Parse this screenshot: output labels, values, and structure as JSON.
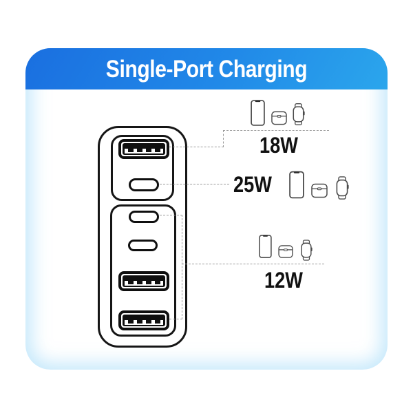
{
  "header": {
    "title": "Single-Port Charging"
  },
  "callouts": [
    {
      "id": "18w",
      "watt_label": "18W",
      "devices": [
        "smartphone",
        "earbuds-case",
        "smartwatch"
      ],
      "connected_port": "usb-a-top"
    },
    {
      "id": "25w",
      "watt_label": "25W",
      "devices": [
        "smartphone",
        "earbuds-case",
        "smartwatch"
      ],
      "connected_port": "usb-c-top"
    },
    {
      "id": "12w",
      "watt_label": "12W",
      "devices": [
        "smartphone",
        "earbuds-case",
        "smartwatch"
      ],
      "connected_port": "bottom-group-all"
    }
  ],
  "charger": {
    "top_group_ports": [
      "usb-a",
      "usb-c"
    ],
    "bottom_group_ports": [
      "usb-c",
      "usb-c",
      "usb-a",
      "usb-a"
    ]
  },
  "colors": {
    "header_gradient_start": "#1a6fe0",
    "header_gradient_end": "#2ba6ec",
    "header_text": "#ffffff",
    "card_glow": "#96d5f7",
    "outline_black": "#0f0f0f",
    "dash_gray": "#9a9a9a",
    "icon_stroke": "#4a4a4a",
    "watt_text": "#111111",
    "background": "#ffffff"
  }
}
